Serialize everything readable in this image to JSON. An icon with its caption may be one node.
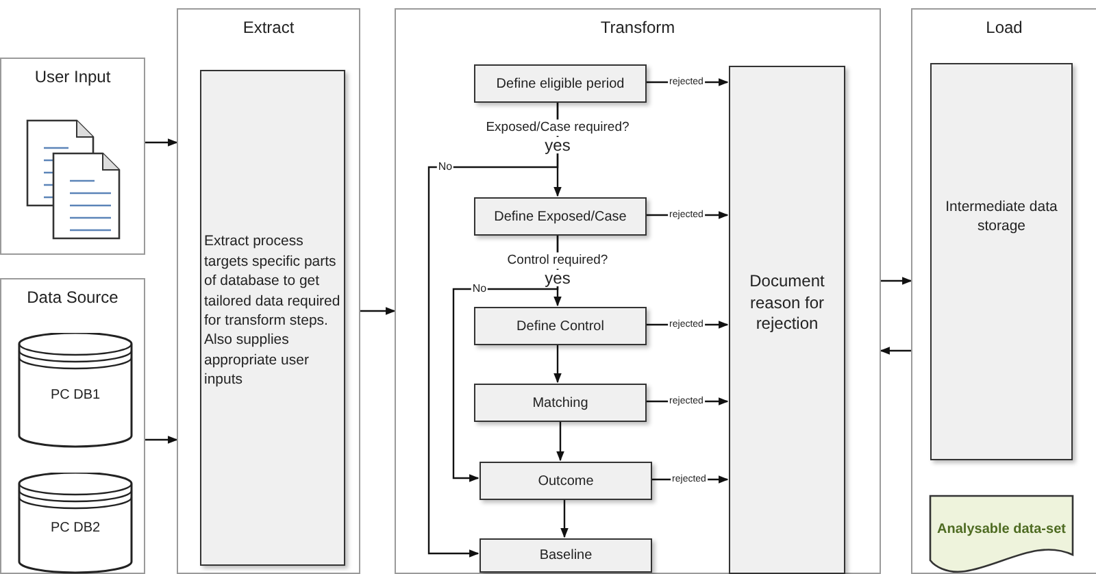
{
  "diagram": {
    "nodes": [
      {
        "text": [
          "User Input"
        ]
      },
      {
        "text": [],
        "shape": "picture",
        "in": 0
      },
      {
        "text": [
          "Data Source"
        ]
      },
      {
        "text": [
          "PC DB1"
        ],
        "in": 2
      },
      {
        "text": [
          "PC DB2"
        ],
        "in": 2
      },
      {
        "text": [
          "Extract"
        ]
      },
      {
        "text": [
          "Extract process targets specific parts of database to get tailored data required for transform steps. Also supplies appropriate user inputs"
        ],
        "in": 5
      },
      {
        "text": [
          "Transform"
        ]
      },
      {
        "text": [
          "Define eligible period"
        ],
        "in": 7
      },
      {
        "text": [
          "Define Exposed/Case"
        ],
        "in": 7
      },
      {
        "text": [
          "Define Control"
        ],
        "in": 7
      },
      {
        "text": [
          "Matching"
        ],
        "in": 7
      },
      {
        "text": [
          "Outcome"
        ],
        "in": 7
      },
      {
        "text": [
          "Baseline"
        ],
        "in": 7
      },
      {
        "text": [
          "Document reason for rejection"
        ],
        "in": 7
      },
      {
        "text": [
          "Load"
        ]
      },
      {
        "text": [
          "Intermediate data storage"
        ],
        "in": 15
      },
      {
        "text": [
          "Analysable data-set"
        ],
        "in": 15
      }
    ],
    "edges": [
      {
        "from": 0,
        "to": 5,
        "arrow": "to"
      },
      {
        "from": 2,
        "to": 5,
        "arrow": "to"
      },
      {
        "from": 5,
        "to": 7,
        "arrow": "to"
      },
      {
        "from": 7,
        "to": 15,
        "arrow": "to"
      },
      {
        "from": 15,
        "to": 7,
        "arrow": "to"
      },
      {
        "from": 8,
        "to": 9,
        "arrow": "to",
        "label": "yes"
      },
      {
        "from": 8,
        "to": 13,
        "arrow": "to",
        "label": "No"
      },
      {
        "from": 9,
        "to": 10,
        "arrow": "to",
        "label": "yes"
      },
      {
        "from": 9,
        "to": 12,
        "arrow": "to",
        "label": "No"
      },
      {
        "from": 10,
        "to": 11,
        "arrow": "to"
      },
      {
        "from": 11,
        "to": 12,
        "arrow": "to"
      },
      {
        "from": 12,
        "to": 13,
        "arrow": "to"
      },
      {
        "from": 8,
        "to": 14,
        "arrow": "to",
        "label": "rejected"
      },
      {
        "from": 9,
        "to": 14,
        "arrow": "to",
        "label": "rejected"
      },
      {
        "from": 10,
        "to": 14,
        "arrow": "to",
        "label": "rejected"
      },
      {
        "from": 11,
        "to": 14,
        "arrow": "to",
        "label": "rejected"
      },
      {
        "from": 12,
        "to": 14,
        "arrow": "to",
        "label": "rejected"
      }
    ],
    "labels": [
      "Exposed/Case required?",
      "Control required?"
    ]
  }
}
